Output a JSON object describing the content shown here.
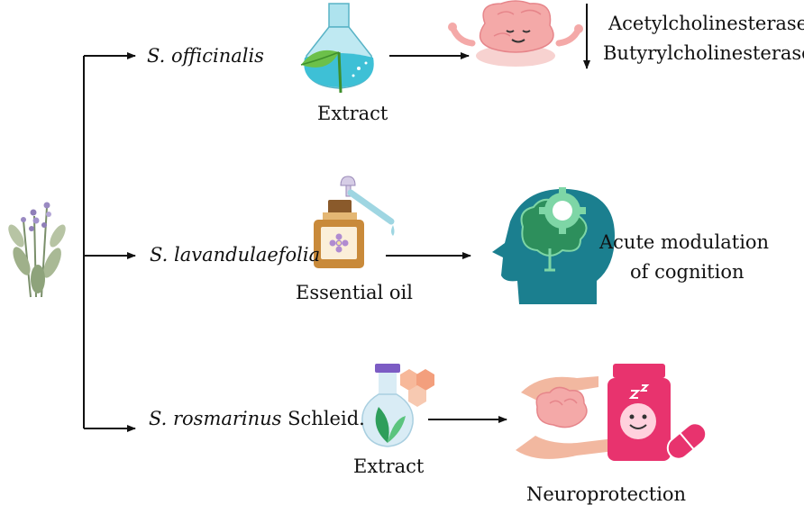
{
  "branches": [
    {
      "species": "S. officinalis",
      "species_suffix": "",
      "preparation": "Extract",
      "effect_lines": [
        "Acetylcholinesterase",
        "Butyrylcholinesterase"
      ],
      "effect_direction": "decrease",
      "preparation_icon": "flask-with-leaf-icon",
      "effect_icon": "meditating-brain-icon"
    },
    {
      "species": "S. lavandulaefolia",
      "species_suffix": "",
      "preparation": "Essential oil",
      "effect_lines": [
        "Acute modulation",
        "of cognition"
      ],
      "preparation_icon": "essential-oil-bottle-icon",
      "effect_icon": "head-brain-gear-icon"
    },
    {
      "species": "S. rosmarinus",
      "species_suffix": "Schleid.",
      "preparation": "Extract",
      "effect_lines": [
        "Neuroprotection"
      ],
      "preparation_icon": "flask-with-leaves-icon",
      "effect_icon": "hands-brain-pills-icon"
    }
  ],
  "colors": {
    "line": "#111111",
    "flask_teal": "#3ec0d6",
    "leaf_green": "#6cc04a",
    "brain_pink": "#f4a9a8",
    "head_teal": "#1b7f8f",
    "brain_green": "#2d8f5c",
    "pill_pink": "#e8336e",
    "amber": "#c98a3a"
  }
}
